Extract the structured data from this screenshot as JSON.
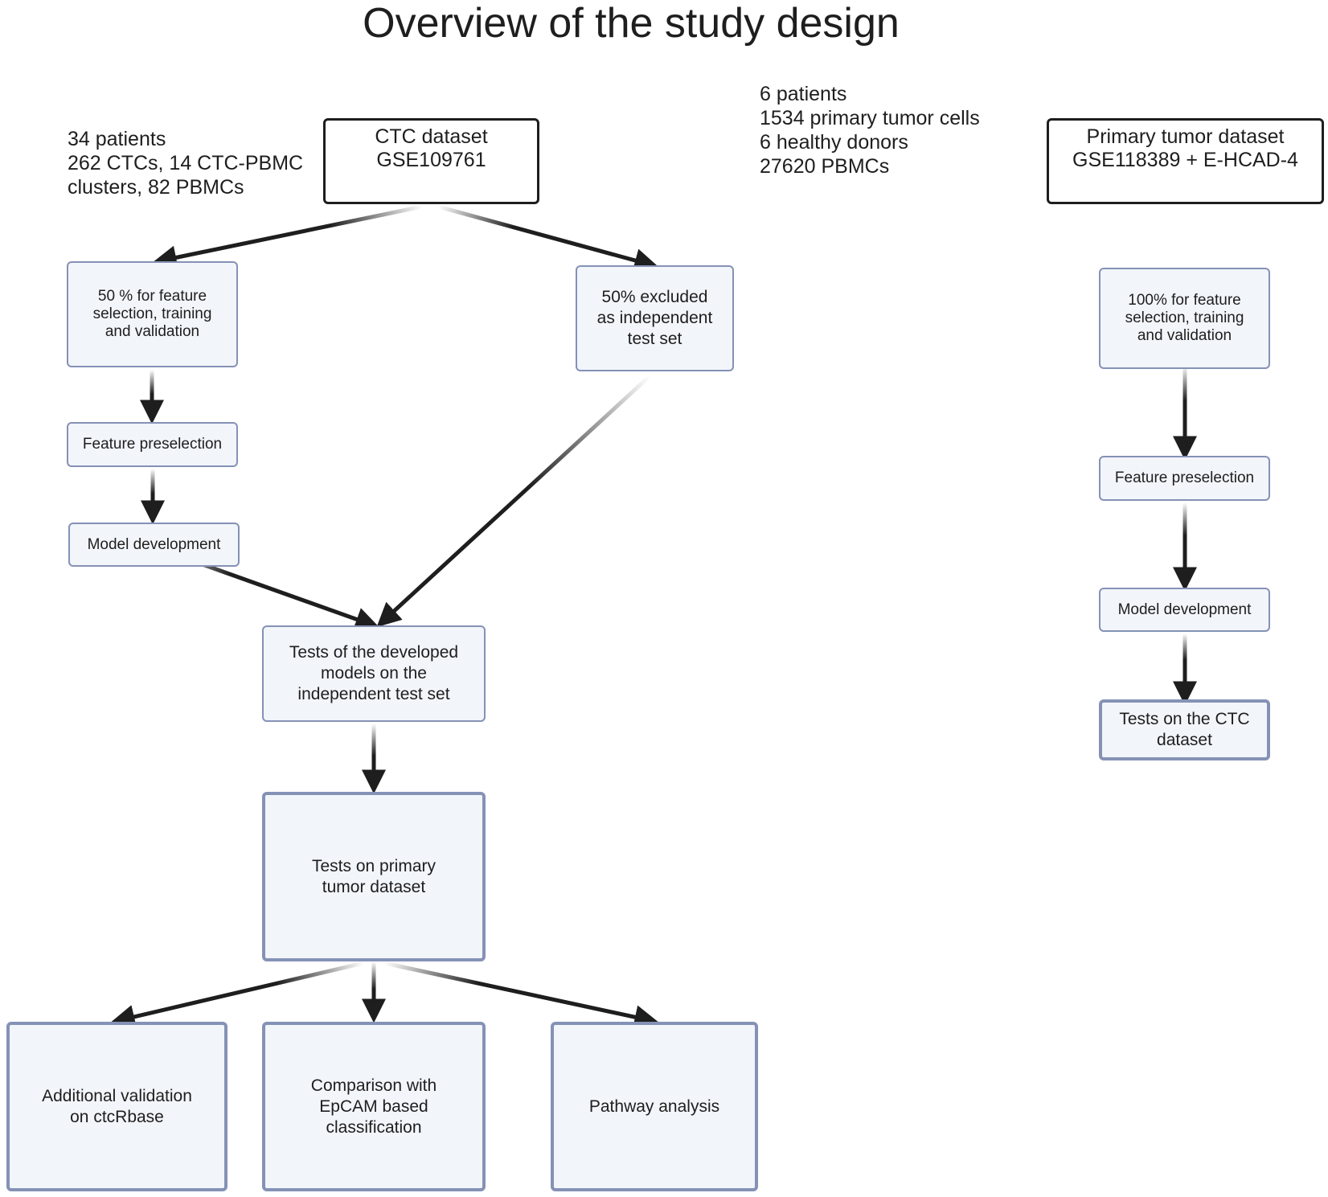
{
  "title": "Overview of the study design",
  "notes": {
    "ctc": "34 patients\n262 CTCs, 14 CTC-PBMC\nclusters, 82 PBMCs",
    "primary": "6 patients\n1534 primary tumor cells\n6 healthy donors\n27620 PBMCs"
  },
  "boxes": {
    "ctc_dataset": "CTC dataset\nGSE109761",
    "primary_dataset": "Primary tumor dataset\nGSE118389 + E-HCAD-4",
    "split_50_train": "50 % for feature\nselection, training\nand validation",
    "split_50_test": "50% excluded\nas independent\ntest set",
    "feature_preselection_left": "Feature preselection",
    "model_development_left": "Model development",
    "tests_independent": "Tests of the developed\nmodels on the\nindependent test set",
    "tests_primary": "Tests on primary\ntumor dataset",
    "additional_validation": "Additional validation\non ctcRbase",
    "comparison_epcam": "Comparison with\nEpCAM based\nclassification",
    "pathway_analysis": "Pathway analysis",
    "train_100": "100% for feature\nselection, training\nand validation",
    "feature_preselection_right": "Feature preselection",
    "model_development_right": "Model development",
    "tests_ctc": "Tests on the CTC\ndataset"
  }
}
